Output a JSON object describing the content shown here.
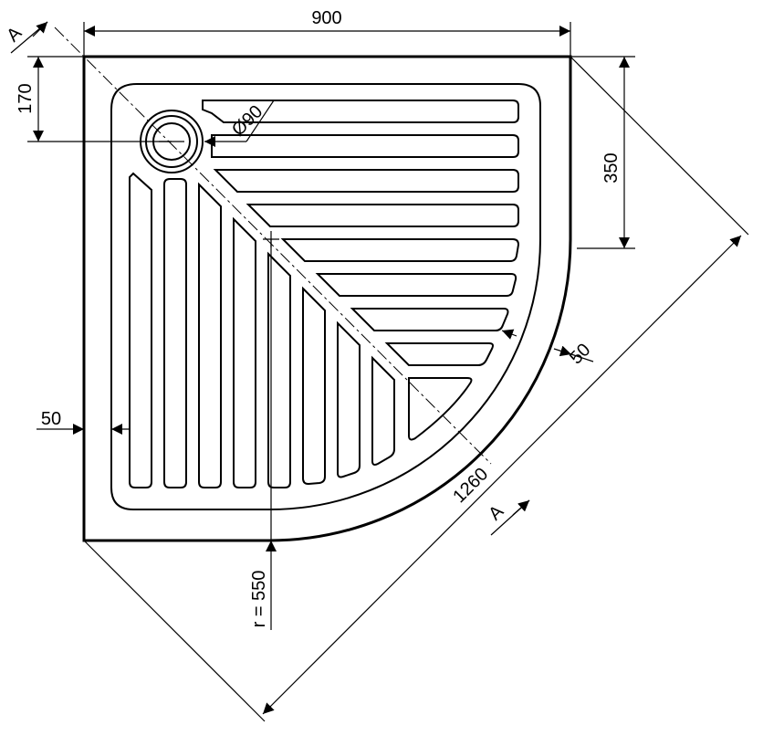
{
  "drawing": {
    "width_dim": "900",
    "depth_dim": "350",
    "drain_offset_dim": "170",
    "drain_diameter": "Ø90",
    "rim_left_dim": "50",
    "rim_right_dim": "50",
    "diagonal_dim": "1260",
    "radius_dim": "r = 550",
    "section_marker_top": "A",
    "section_marker_bottom": "A"
  }
}
